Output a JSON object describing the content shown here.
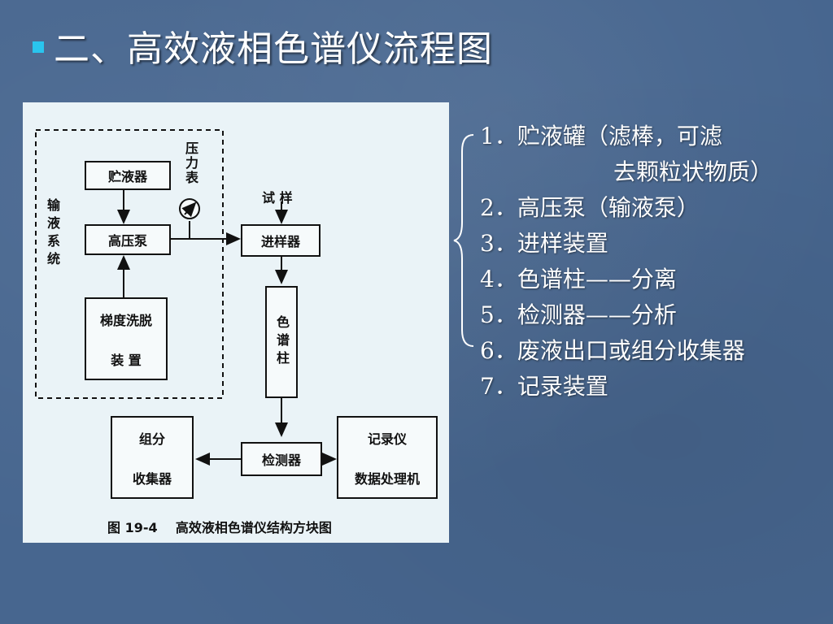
{
  "title": "二、高效液相色谱仪流程图",
  "diagram": {
    "system_label": "输液系统",
    "pressure_gauge_label": "压力表",
    "sample_label": "试  样",
    "boxes": {
      "reservoir": "贮液器",
      "pump": "高压泵",
      "gradient_line1": "梯度洗脱",
      "gradient_line2": "装  置",
      "injector": "进样器",
      "column": "色谱柱",
      "detector": "检测器",
      "collector_line1": "组分",
      "collector_line2": "收集器",
      "recorder_line1": "记录仪",
      "recorder_line2": "数据处理机"
    },
    "caption": "图 19-4    高效液相色谱仪结构方块图"
  },
  "list": [
    {
      "num": "1",
      "text": "贮液罐（滤棒，可滤"
    },
    {
      "num": "",
      "text": "去颗粒状物质）"
    },
    {
      "num": "2",
      "text": "高压泵（输液泵）"
    },
    {
      "num": "3",
      "text": "进样装置"
    },
    {
      "num": "4",
      "text": "色谱柱——分离"
    },
    {
      "num": "5",
      "text": "检测器——分析"
    },
    {
      "num": "6",
      "text": "废液出口或组分收集器"
    },
    {
      "num": "7",
      "text": "记录装置"
    }
  ]
}
